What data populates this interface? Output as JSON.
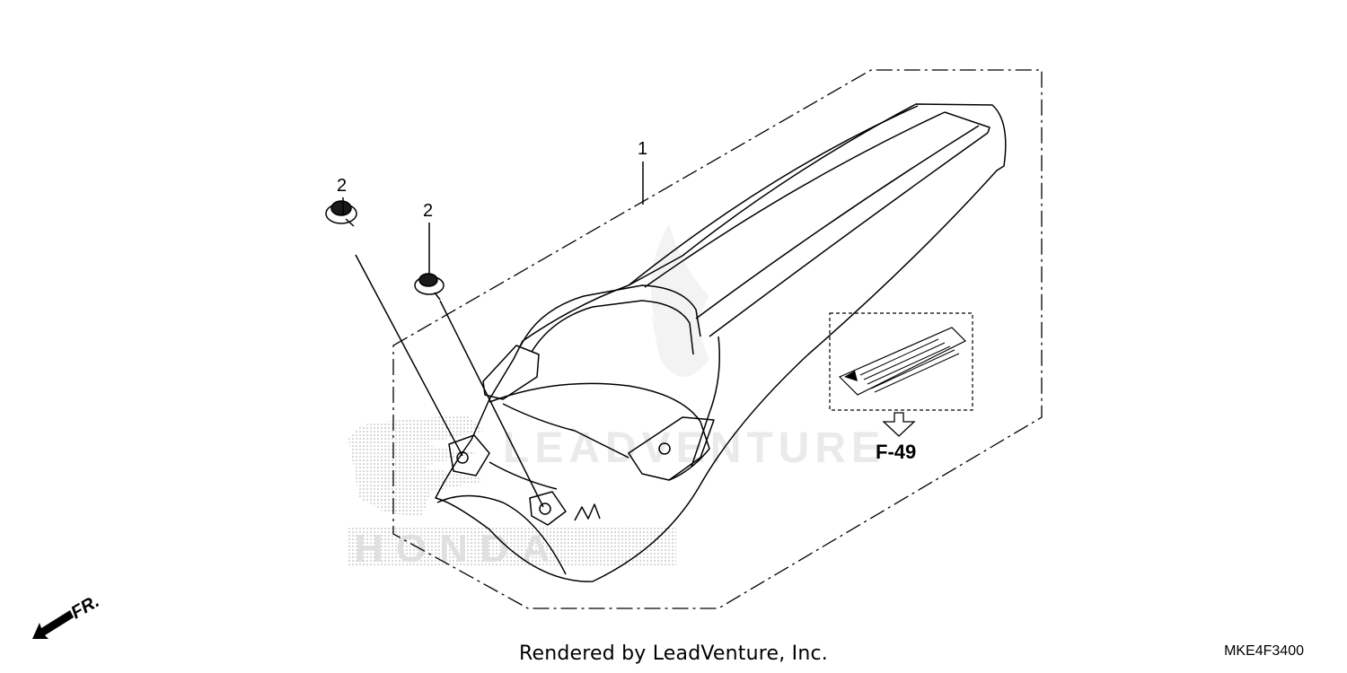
{
  "callouts": {
    "part_1": "1",
    "part_2a": "2",
    "part_2b": "2"
  },
  "reference": {
    "label": "F-49"
  },
  "direction": {
    "label": "FR."
  },
  "watermark": {
    "top": "LEADVENTURE",
    "bottom": "HONDA"
  },
  "footer": {
    "rendered_by": "Rendered by LeadVenture, Inc.",
    "diagram_code": "MKE4F3400"
  },
  "colors": {
    "line": "#000000",
    "watermark": "#bdbdbd"
  }
}
